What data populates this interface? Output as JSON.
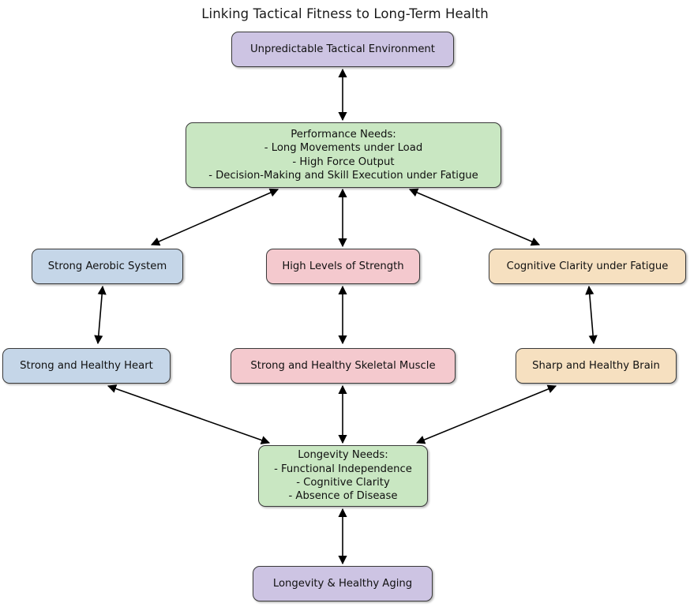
{
  "title": "Linking Tactical Fitness to Long-Term Health",
  "colors": {
    "purple": "#cdc4e3",
    "green": "#c9e7c2",
    "blue": "#c5d6e8",
    "pink": "#f4c9ce",
    "orange": "#f6e0c0",
    "edge": "#000000",
    "border": "#3a3a3a",
    "background": "#ffffff"
  },
  "nodes": [
    {
      "id": "tactical-environment",
      "label": "Unpredictable Tactical Environment",
      "color": "purple"
    },
    {
      "id": "performance-needs",
      "label": "Performance Needs:\n- Long Movements under Load\n- High Force Output\n- Decision-Making and Skill Execution under Fatigue",
      "color": "green"
    },
    {
      "id": "aerobic-system",
      "label": "Strong Aerobic System",
      "color": "blue"
    },
    {
      "id": "strength-levels",
      "label": "High Levels of Strength",
      "color": "pink"
    },
    {
      "id": "cognitive-clarity-fatigue",
      "label": "Cognitive Clarity under Fatigue",
      "color": "orange"
    },
    {
      "id": "healthy-heart",
      "label": "Strong and Healthy Heart",
      "color": "blue"
    },
    {
      "id": "skeletal-muscle",
      "label": "Strong and Healthy Skeletal Muscle",
      "color": "pink"
    },
    {
      "id": "healthy-brain",
      "label": "Sharp and Healthy Brain",
      "color": "orange"
    },
    {
      "id": "longevity-needs",
      "label": "Longevity Needs:\n- Functional Independence\n- Cognitive Clarity\n- Absence of Disease",
      "color": "green"
    },
    {
      "id": "longevity-aging",
      "label": "Longevity & Healthy Aging",
      "color": "purple"
    }
  ],
  "edges": [
    {
      "from": "tactical-environment",
      "to": "performance-needs",
      "direction": "both"
    },
    {
      "from": "performance-needs",
      "to": "aerobic-system",
      "direction": "both"
    },
    {
      "from": "performance-needs",
      "to": "strength-levels",
      "direction": "both"
    },
    {
      "from": "performance-needs",
      "to": "cognitive-clarity-fatigue",
      "direction": "both"
    },
    {
      "from": "aerobic-system",
      "to": "healthy-heart",
      "direction": "both"
    },
    {
      "from": "strength-levels",
      "to": "skeletal-muscle",
      "direction": "both"
    },
    {
      "from": "cognitive-clarity-fatigue",
      "to": "healthy-brain",
      "direction": "both"
    },
    {
      "from": "healthy-heart",
      "to": "longevity-needs",
      "direction": "both"
    },
    {
      "from": "skeletal-muscle",
      "to": "longevity-needs",
      "direction": "both"
    },
    {
      "from": "healthy-brain",
      "to": "longevity-needs",
      "direction": "both"
    },
    {
      "from": "longevity-needs",
      "to": "longevity-aging",
      "direction": "both"
    }
  ]
}
